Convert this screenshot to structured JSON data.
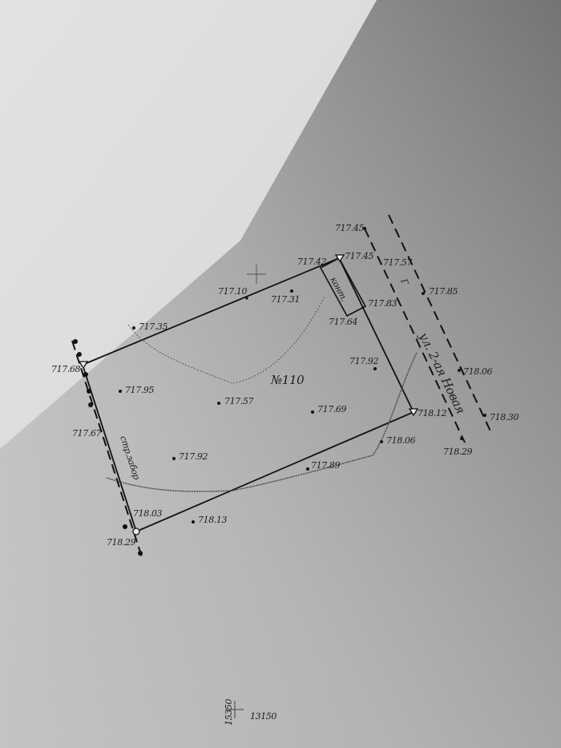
{
  "plot": {
    "number": "№110",
    "container_label": "конт.",
    "street_label": "ул. 2-ая Новая",
    "street_marker": "Г",
    "fence_label": "стр.забор"
  },
  "elevations": [
    "717.45",
    "717.45",
    "717.57",
    "717.85",
    "717.10",
    "717.31",
    "717.42",
    "717.35",
    "717.64",
    "717.83",
    "717.92",
    "718.06",
    "717.68",
    "717.95",
    "717.57",
    "717.69",
    "718.12",
    "718.30",
    "718.06",
    "718.29",
    "717.67",
    "717.92",
    "717.89",
    "718.03",
    "718.13",
    "718.29"
  ],
  "grid": {
    "y_coord": "15350",
    "x_coord": "13150"
  }
}
